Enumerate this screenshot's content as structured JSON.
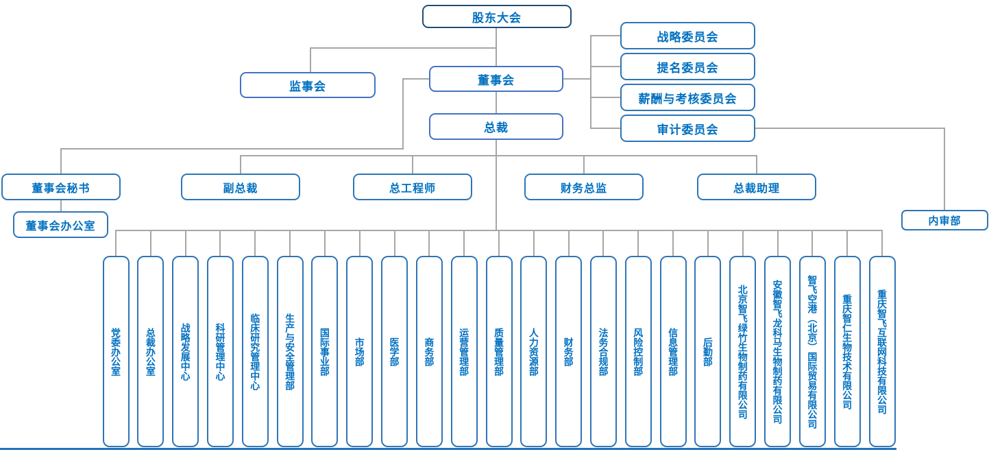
{
  "colors": {
    "text": "#0070C0",
    "border_dark": "#1F4E79",
    "border_mid": "#4472C4",
    "border_light": "#2E75B6",
    "connector": "#A6A6A6",
    "bottom_rule": "#2272B8"
  },
  "nodes": {
    "shareholders_meeting": "股东大会",
    "supervisory_board": "监事会",
    "board_of_directors": "董事会",
    "president": "总裁",
    "committees": [
      "战略委员会",
      "提名委员会",
      "薪酬与考核委员会",
      "审计委员会"
    ],
    "executives": [
      "董事会秘书",
      "副总裁",
      "总工程师",
      "财务总监",
      "总裁助理"
    ],
    "board_office": "董事会办公室",
    "internal_audit_dept": "内审部",
    "departments": [
      "党委办公室",
      "总裁办公室",
      "战略发展中心",
      "科研管理中心",
      "临床研究管理中心",
      "生产与安全管理部",
      "国际事业部",
      "市场部",
      "医学部",
      "商务部",
      "运营管理部",
      "质量管理部",
      "人力资源部",
      "财务部",
      "法务合规部",
      "风险控制部",
      "信息管理部",
      "后勤部",
      "北京智飞绿竹生物制药有限公司",
      "安徽智飞龙科马生物制药有限公司",
      "智飞空港（北京）国际贸易有限公司",
      "重庆智仁生物技术有限公司",
      "重庆智飞互联网科技有限公司"
    ]
  }
}
